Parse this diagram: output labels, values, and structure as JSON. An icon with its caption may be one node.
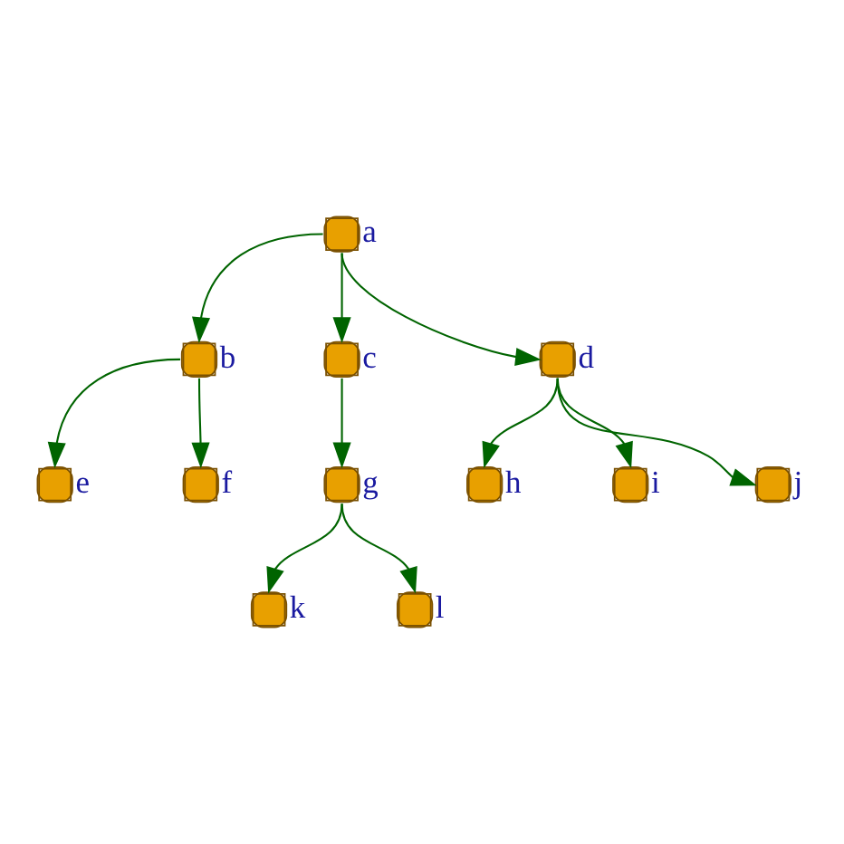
{
  "diagram": {
    "nodes": [
      {
        "text": [],
        "shape": "circle",
        "beside": [
          "a"
        ]
      },
      {
        "text": [],
        "shape": "circle",
        "beside": [
          "b"
        ]
      },
      {
        "text": [],
        "shape": "circle",
        "beside": [
          "c"
        ]
      },
      {
        "text": [],
        "shape": "circle",
        "beside": [
          "d"
        ]
      },
      {
        "text": [],
        "shape": "circle",
        "beside": [
          "e"
        ]
      },
      {
        "text": [],
        "shape": "circle",
        "beside": [
          "f"
        ]
      },
      {
        "text": [],
        "shape": "circle",
        "beside": [
          "g"
        ]
      },
      {
        "text": [],
        "shape": "circle",
        "beside": [
          "h"
        ]
      },
      {
        "text": [],
        "shape": "circle",
        "beside": [
          "i"
        ]
      },
      {
        "text": [],
        "shape": "circle",
        "beside": [
          "j"
        ]
      },
      {
        "text": [],
        "shape": "circle",
        "beside": [
          "k"
        ]
      },
      {
        "text": [],
        "shape": "circle",
        "beside": [
          "l"
        ]
      }
    ],
    "edges": [
      {
        "from": 0,
        "to": 1,
        "arrow": "to"
      },
      {
        "from": 0,
        "to": 2,
        "arrow": "to"
      },
      {
        "from": 0,
        "to": 3,
        "arrow": "to"
      },
      {
        "from": 1,
        "to": 4,
        "arrow": "to"
      },
      {
        "from": 1,
        "to": 5,
        "arrow": "to"
      },
      {
        "from": 2,
        "to": 6,
        "arrow": "to"
      },
      {
        "from": 3,
        "to": 7,
        "arrow": "to"
      },
      {
        "from": 3,
        "to": 8,
        "arrow": "to"
      },
      {
        "from": 3,
        "to": 9,
        "arrow": "to"
      },
      {
        "from": 6,
        "to": 10,
        "arrow": "to"
      },
      {
        "from": 6,
        "to": 11,
        "arrow": "to"
      }
    ]
  }
}
